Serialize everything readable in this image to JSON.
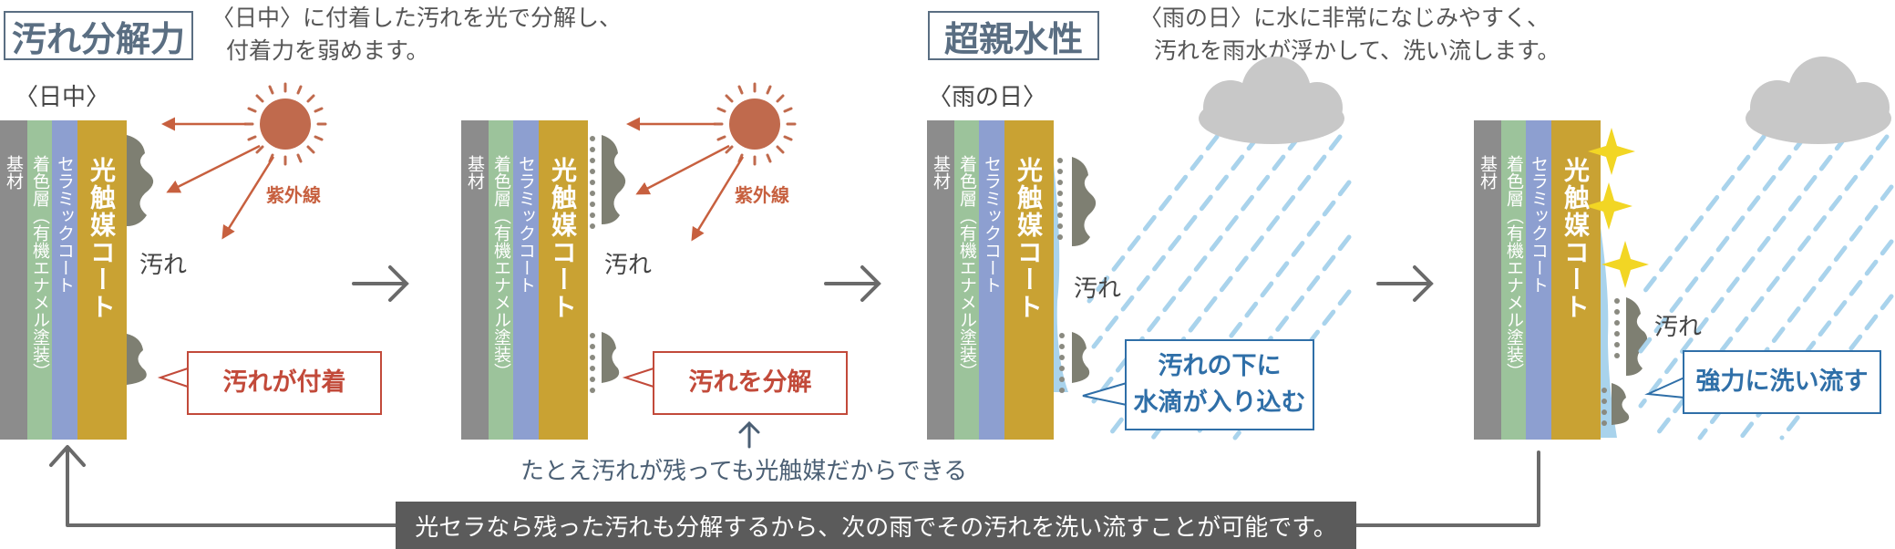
{
  "sections": {
    "photocatalysis": {
      "title": "汚れ分解力",
      "desc_line1": "〈日中〉に付着した汚れを光で分解し、",
      "desc_line2": "付着力を弱めます。"
    },
    "hydrophilic": {
      "title": "超親水性",
      "desc_line1": "〈雨の日〉に水に非常になじみやすく、",
      "desc_line2": "汚れを雨水が浮かして、洗い流します。"
    }
  },
  "scene_labels": {
    "daytime": "〈日中〉",
    "rainy": "〈雨の日〉"
  },
  "layers": {
    "base": "基材",
    "color": "着色層（有機エナメル塗装）",
    "ceramic": "セラミックコート",
    "photocatalyst": "光触媒コート"
  },
  "labels": {
    "uv": "紫外線",
    "dirt": "汚れ"
  },
  "callouts": {
    "panel1": "汚れが付着",
    "panel2": "汚れを分解",
    "panel3_line1": "汚れの下に",
    "panel3_line2": "水滴が入り込む",
    "panel4": "強力に洗い流す"
  },
  "note": "たとえ汚れが残っても光触媒だからできる",
  "banner": "光セラなら残った汚れも分解するから、次の雨でその汚れを洗い流すことが可能です。",
  "colors": {
    "base": "#8c8c8c",
    "color_layer": "#9cc39b",
    "ceramic": "#8d9fd0",
    "photocatalyst": "#c9a233",
    "sun": "#c06a4d",
    "accent_red": "#c24a3a",
    "accent_blue": "#2f6fa8",
    "rain": "#a9d3ec"
  }
}
